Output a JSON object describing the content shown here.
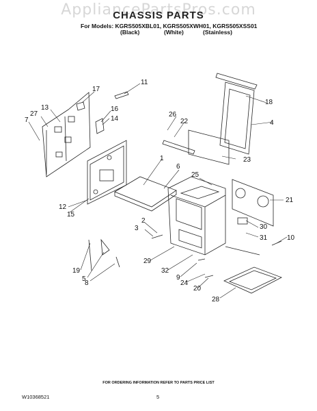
{
  "watermark": "AppliancePartsPros.com",
  "header": {
    "title": "CHASSIS PARTS",
    "models_line": "For Models: KGRS505XBL01, KGRS505XWH01, KGRS505XSS01",
    "variants": [
      "(Black)",
      "(White)",
      "(Stainless)"
    ]
  },
  "callouts": [
    "11",
    "17",
    "16",
    "14",
    "13",
    "27",
    "7",
    "12",
    "15",
    "1",
    "6",
    "26",
    "22",
    "18",
    "4",
    "23",
    "25",
    "21",
    "2",
    "3",
    "30",
    "31",
    "10",
    "29",
    "32",
    "9",
    "24",
    "20",
    "28",
    "19",
    "5",
    "8"
  ],
  "footer": {
    "ordering_info": "FOR ORDERING INFORMATION REFER TO PARTS PRICE LIST",
    "doc_number": "W10368521",
    "page_number": "5"
  }
}
